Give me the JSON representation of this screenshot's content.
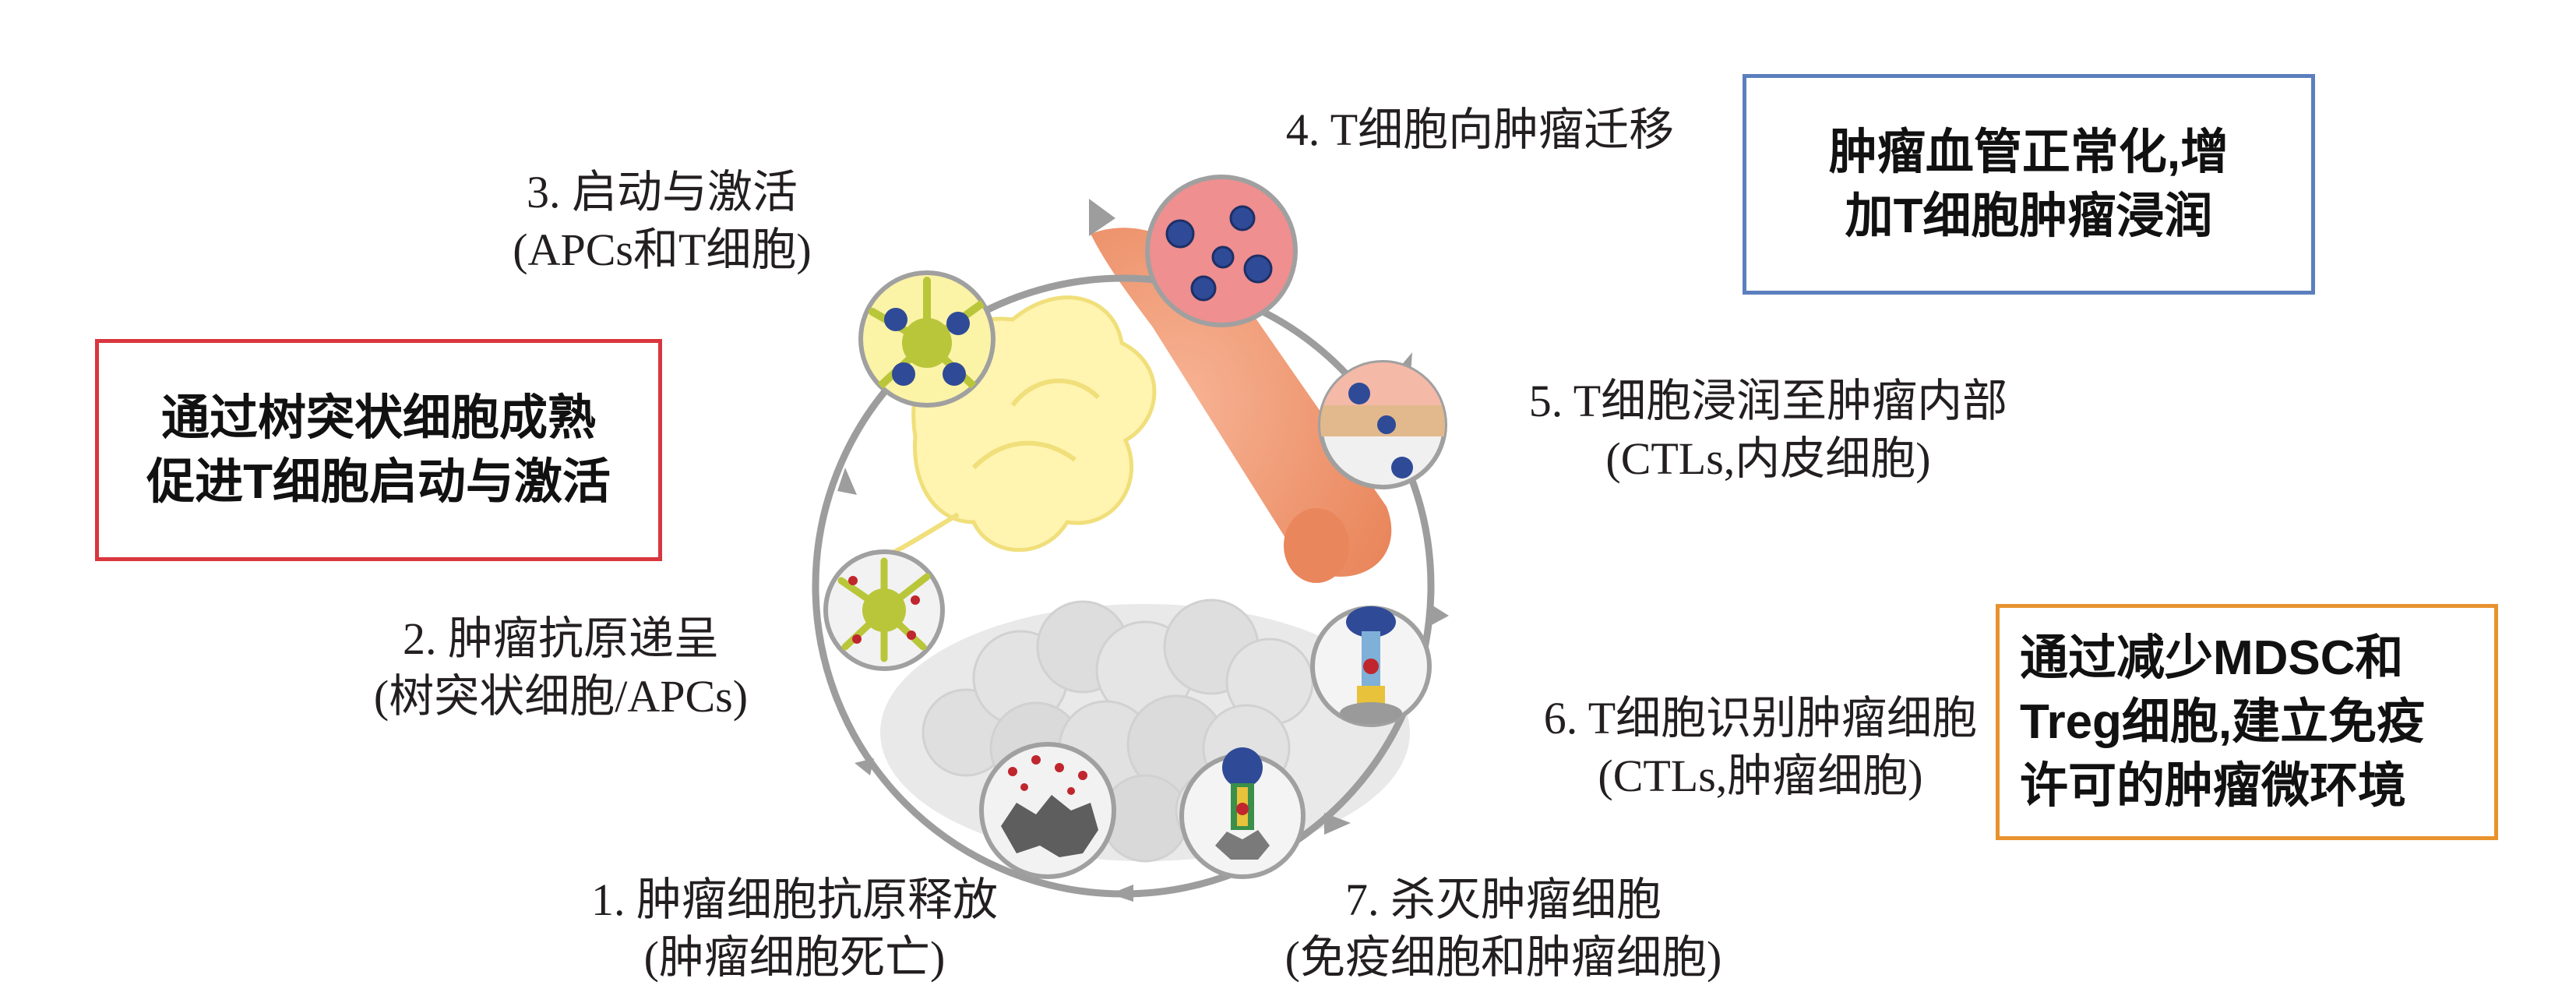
{
  "steps": [
    {
      "id": 1,
      "title": "1. 肿瘤细胞抗原释放",
      "subtitle": "(肿瘤细胞死亡)"
    },
    {
      "id": 2,
      "title": "2. 肿瘤抗原递呈",
      "subtitle": "(树突状细胞/APCs)"
    },
    {
      "id": 3,
      "title": "3. 启动与激活",
      "subtitle": "(APCs和T细胞)"
    },
    {
      "id": 4,
      "title": "4. T细胞向肿瘤迁移"
    },
    {
      "id": 5,
      "title": "5. T细胞浸润至肿瘤内部",
      "subtitle": "(CTLs,内皮细胞)"
    },
    {
      "id": 6,
      "title": "6. T细胞识别肿瘤细胞",
      "subtitle": "(CTLs,肿瘤细胞)"
    },
    {
      "id": 7,
      "title": "7. 杀灭肿瘤细胞",
      "subtitle": "(免疫细胞和肿瘤细胞)"
    }
  ],
  "callouts": {
    "dendritic": {
      "lines": [
        "通过树突状细胞成熟",
        "促进T细胞启动与激活"
      ],
      "color": "#d9363e"
    },
    "vessel": {
      "lines": [
        "肿瘤血管正常化,增",
        "加T细胞肿瘤浸润"
      ],
      "color": "#5b7fbd"
    },
    "microenv": {
      "lines": [
        "通过减少MDSC和",
        "Treg细胞,建立免疫",
        "许可的肿瘤微环境"
      ],
      "color": "#e8922e"
    }
  },
  "colors": {
    "cycle_arrow": "#9d9d9d",
    "t_cell": "#2f4a97",
    "dendritic_cell": "#b9c63a",
    "blood_vessel": "#ef9a73",
    "tumor_cells": "#d6d6d6",
    "lymph_node": "#fff4b0"
  }
}
